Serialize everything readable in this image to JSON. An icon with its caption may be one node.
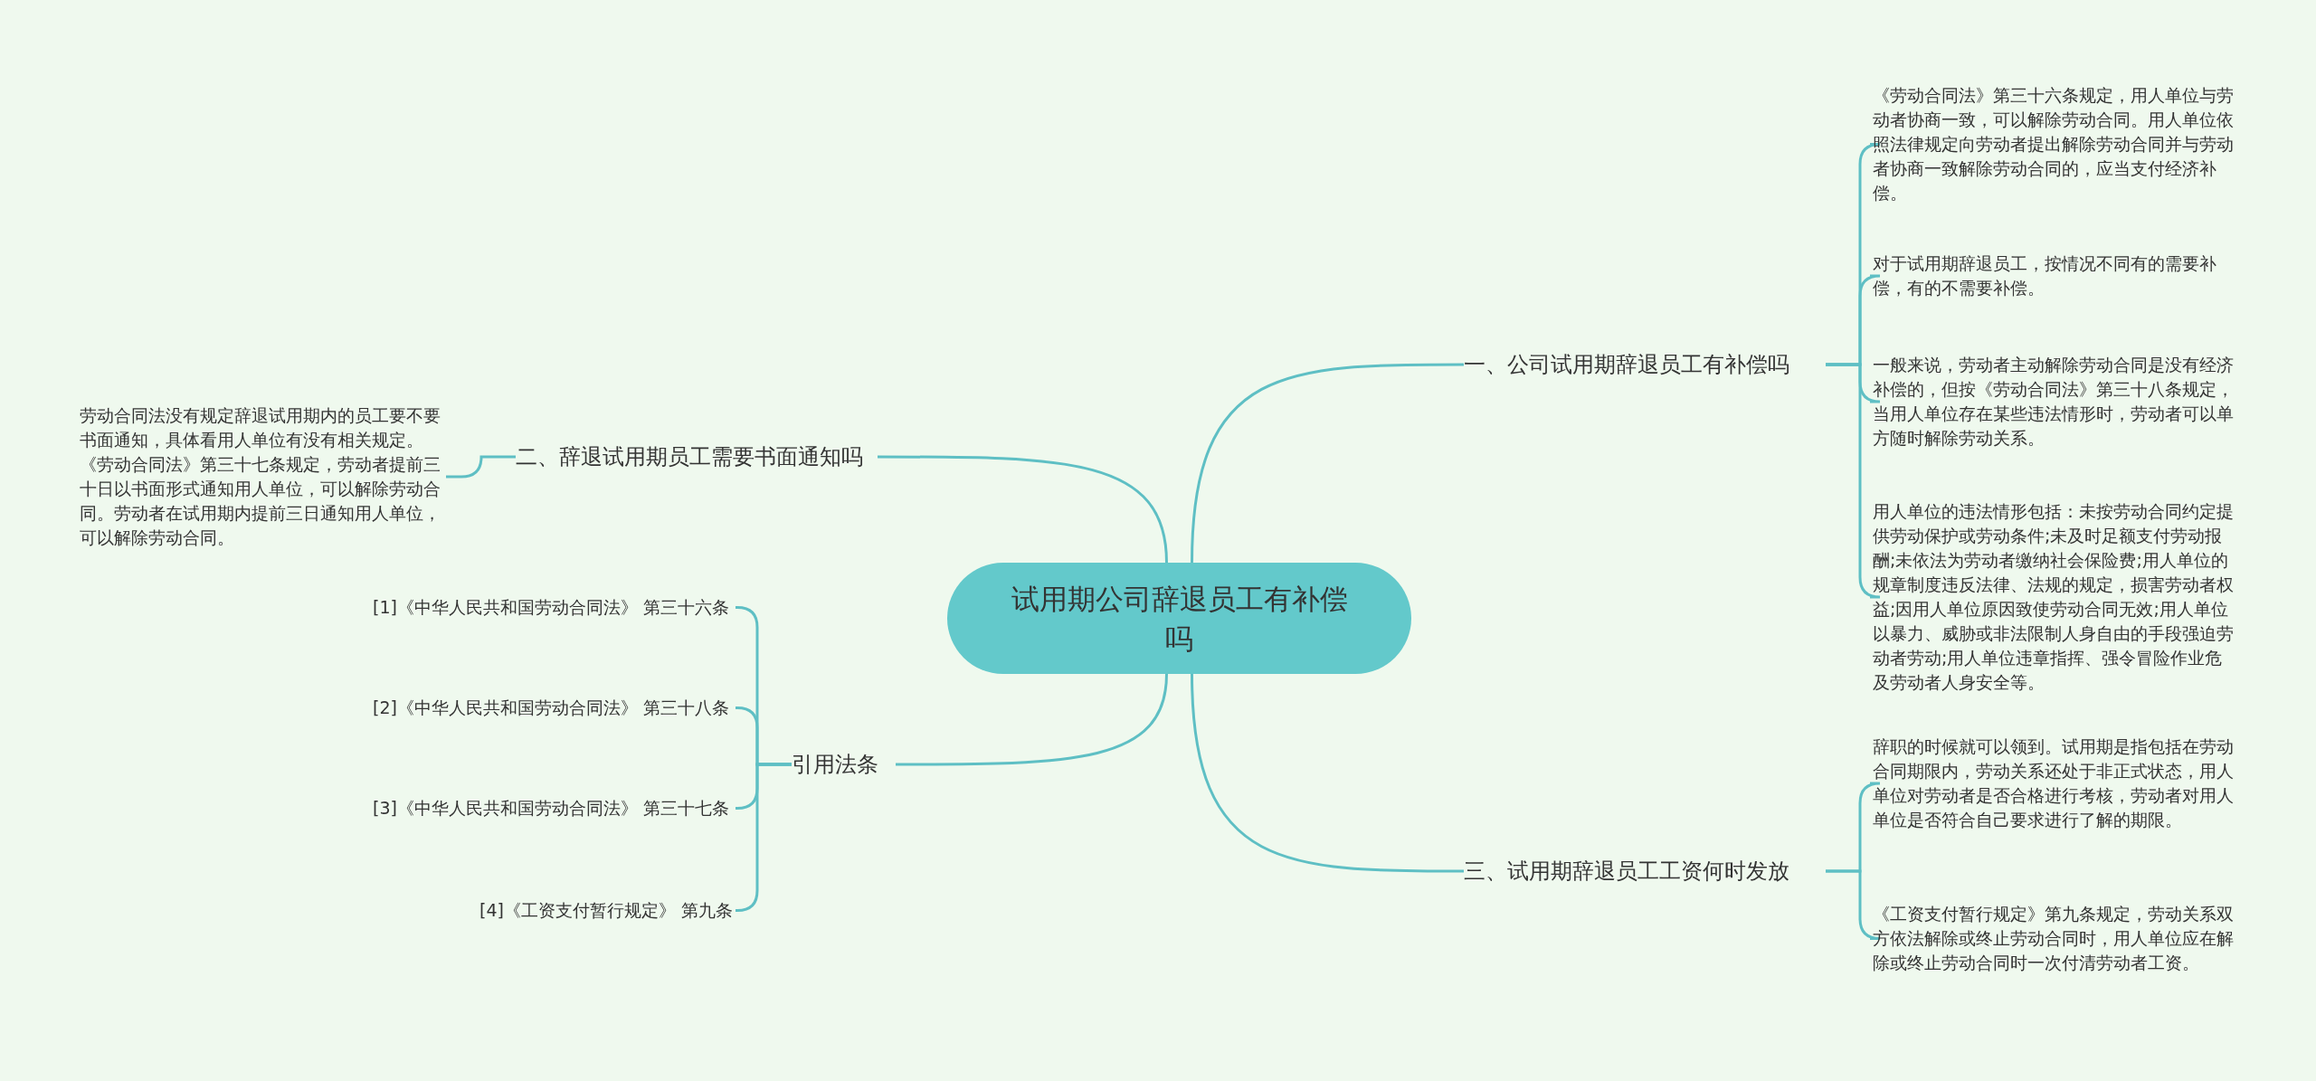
{
  "diagram": {
    "nodes": [
      {
        "text": [
          "试用期公司辞退员工有补偿吗"
        ]
      },
      {
        "text": [
          "一、公司试用期辞退员工有补偿吗"
        ]
      },
      {
        "text": [
          "《劳动合同法》第三十六条规定，用人单位与劳动者协商一致，可以解除劳动合同。用人单位依照法律规定向劳动者提出解除劳动合同并与劳动者协商一致解除劳动合同的，应当支付经济补偿。"
        ]
      },
      {
        "text": [
          "对于试用期辞退员工，按情况不同有的需要补偿，有的不需要补偿。"
        ]
      },
      {
        "text": [
          "一般来说，劳动者主动解除劳动合同是没有经济补偿的，但按《劳动合同法》第三十八条规定，当用人单位存在某些违法情形时，劳动者可以单方随时解除劳动关系。"
        ]
      },
      {
        "text": [
          "用人单位的违法情形包括：未按劳动合同约定提供劳动保护或劳动条件;未及时足额支付劳动报酬;未依法为劳动者缴纳社会保险费;用人单位的规章制度违反法律、法规的规定，损害劳动者权益;因用人单位原因致使劳动合同无效;用人单位以暴力、威胁或非法限制人身自由的手段强迫劳动者劳动;用人单位违章指挥、强令冒险作业危及劳动者人身安全等。"
        ]
      },
      {
        "text": [
          "二、辞退试用期员工需要书面通知吗"
        ]
      },
      {
        "text": [
          "劳动合同法没有规定辞退试用期内的员工要不要书面通知，具体看用人单位有没有相关规定。《劳动合同法》第三十七条规定，劳动者提前三十日以书面形式通知用人单位，可以解除劳动合同。劳动者在试用期内提前三日通知用人单位，可以解除劳动合同。"
        ]
      },
      {
        "text": [
          "引用法条"
        ]
      },
      {
        "text": [
          "[1]《中华人民共和国劳动合同法》 第三十六条"
        ]
      },
      {
        "text": [
          "[2]《中华人民共和国劳动合同法》 第三十八条"
        ]
      },
      {
        "text": [
          "[3]《中华人民共和国劳动合同法》 第三十七条"
        ]
      },
      {
        "text": [
          "[4]《工资支付暂行规定》 第九条"
        ]
      },
      {
        "text": [
          "三、试用期辞退员工工资何时发放"
        ]
      },
      {
        "text": [
          "辞职的时候就可以领到。试用期是指包括在劳动合同期限内，劳动关系还处于非正式状态，用人单位对劳动者是否合格进行考核，劳动者对用人单位是否符合自己要求进行了解的期限。"
        ]
      },
      {
        "text": [
          "《工资支付暂行规定》第九条规定，劳动关系双方依法解除或终止劳动合同时，用人单位应在解除或终止劳动合同时一次付清劳动者工资。"
        ]
      }
    ],
    "edges": [
      {
        "from": 0,
        "to": 1,
        "arrow": "none"
      },
      {
        "from": 1,
        "to": 2,
        "arrow": "none"
      },
      {
        "from": 1,
        "to": 3,
        "arrow": "none"
      },
      {
        "from": 1,
        "to": 4,
        "arrow": "none"
      },
      {
        "from": 1,
        "to": 5,
        "arrow": "none"
      },
      {
        "from": 0,
        "to": 6,
        "arrow": "none"
      },
      {
        "from": 6,
        "to": 7,
        "arrow": "none"
      },
      {
        "from": 0,
        "to": 8,
        "arrow": "none"
      },
      {
        "from": 8,
        "to": 9,
        "arrow": "none"
      },
      {
        "from": 8,
        "to": 10,
        "arrow": "none"
      },
      {
        "from": 8,
        "to": 11,
        "arrow": "none"
      },
      {
        "from": 8,
        "to": 12,
        "arrow": "none"
      },
      {
        "from": 0,
        "to": 13,
        "arrow": "none"
      },
      {
        "from": 13,
        "to": 14,
        "arrow": "none"
      },
      {
        "from": 13,
        "to": 15,
        "arrow": "none"
      }
    ]
  }
}
